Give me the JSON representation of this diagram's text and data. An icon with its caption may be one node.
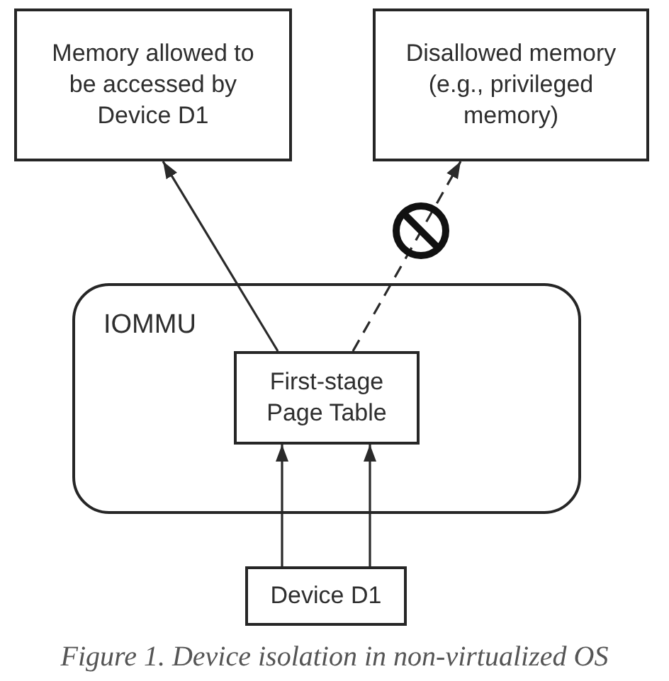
{
  "diagram": {
    "caption": "Figure 1. Device isolation in non-virtualized OS",
    "nodes": [
      {
        "text": [
          "Memory allowed to be accessed by Device D1"
        ]
      },
      {
        "text": [
          "Disallowed memory (e.g., privileged memory)"
        ]
      },
      {
        "text": [
          "IOMMU"
        ]
      },
      {
        "text": [
          "First-stage Page Table"
        ],
        "in": 2
      },
      {
        "text": [
          "Device D1"
        ]
      }
    ],
    "edges": [
      {
        "from": 3,
        "to": 0,
        "arrow": "to"
      },
      {
        "from": 3,
        "to": 1,
        "arrow": "to",
        "style": "dashed"
      },
      {
        "from": 4,
        "to": 3,
        "arrow": "to"
      },
      {
        "from": 4,
        "to": 3,
        "arrow": "to"
      }
    ]
  }
}
